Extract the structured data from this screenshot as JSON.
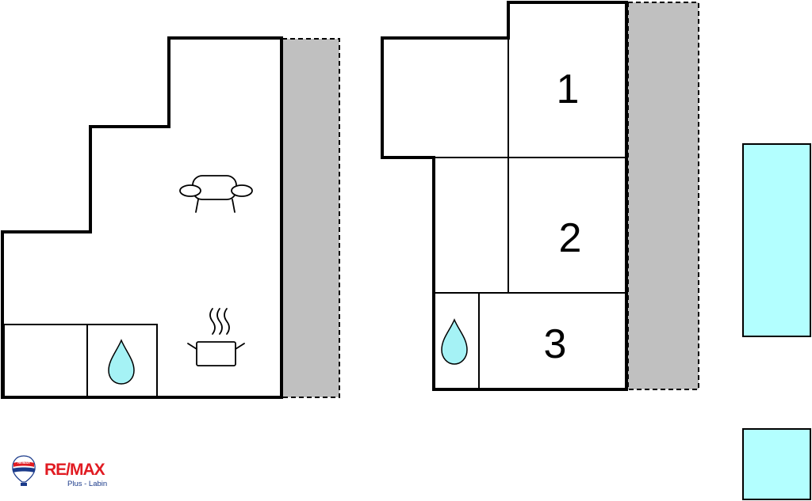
{
  "floor_plan": {
    "rooms": [
      {
        "id": "bedroom-1",
        "label": "1"
      },
      {
        "id": "bedroom-2",
        "label": "2"
      },
      {
        "id": "bedroom-3",
        "label": "3"
      }
    ],
    "icons": [
      "sofa-icon",
      "cooking-pot-icon",
      "water-drop-icon",
      "water-drop-icon"
    ],
    "colors": {
      "wall": "#000000",
      "terrace": "#c0c0c0",
      "pool": "#b3ffff",
      "water_drop": "#a5f2f5",
      "brand_red": "#e11b22",
      "brand_blue": "#1a3a8a"
    }
  },
  "logo": {
    "brand": "RE/MAX",
    "subtitle": "Plus - Labin"
  }
}
